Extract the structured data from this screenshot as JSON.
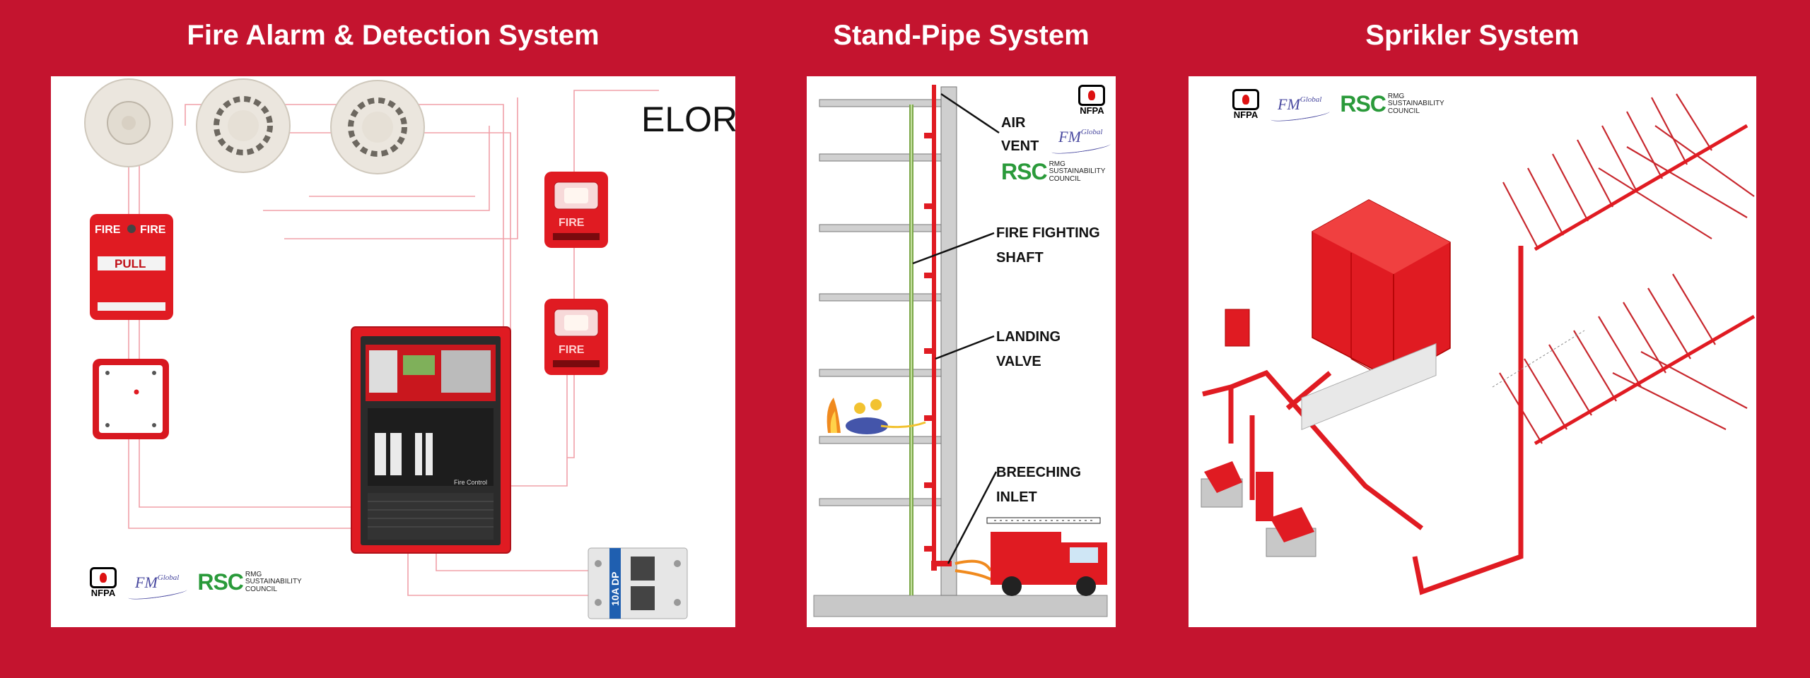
{
  "titles": {
    "fire_alarm": "Fire Alarm & Detection System",
    "stand_pipe": "Stand-Pipe System",
    "sprinkler": "Sprikler System"
  },
  "fire_alarm": {
    "brand_text": "ELOR",
    "pull_station": {
      "label_left": "FIRE",
      "label_right": "FIRE",
      "pull": "PULL"
    },
    "strobe_label": "FIRE",
    "breaker_label": "10A DP",
    "panel_caption": "Fire Control"
  },
  "stand_pipe": {
    "labels": {
      "air_vent_1": "AIR",
      "air_vent_2": "VENT",
      "shaft_1": "FIRE FIGHTING",
      "shaft_2": "SHAFT",
      "valve_1": "LANDING",
      "valve_2": "VALVE",
      "inlet_1": "BREECHING",
      "inlet_2": "INLET"
    }
  },
  "logos": {
    "nfpa": "NFPA",
    "fm": "FM",
    "fm_sup": "Global",
    "rsc": "RSC",
    "rsc_line1": "RMG",
    "rsc_line2": "SUSTAINABILITY",
    "rsc_line3": "COUNCIL"
  },
  "colors": {
    "background": "#c4142f",
    "equipment_red": "#e01b22",
    "wire": "#f0a0a8"
  }
}
